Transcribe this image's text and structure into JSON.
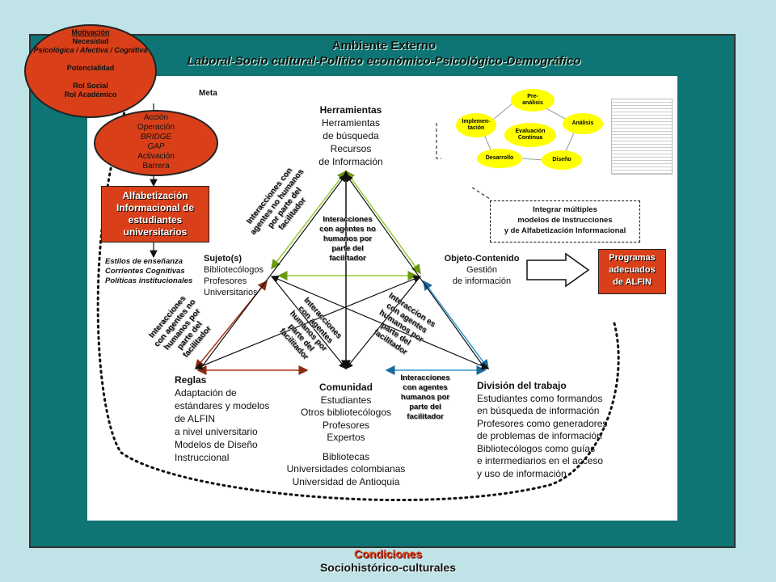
{
  "header": {
    "title": "Ambiente Externo",
    "subtitle": "Laboral-Socio cultural-Político económico-Psicológico-Demográfico"
  },
  "motivation": {
    "lines": [
      "Motivación",
      "Necesidad",
      "Psicológica / Afectiva / Cognitiva",
      "",
      "Potencialidad",
      "",
      "Rol Social",
      "Rol Académico"
    ]
  },
  "action": {
    "lines": [
      "Acción",
      "Operación",
      "BRIDGE",
      "GAP",
      "Activación",
      "Barrera"
    ]
  },
  "alfin": {
    "lines": [
      "Alfabetización",
      "Informacional de",
      "estudiantes",
      "universitarios"
    ]
  },
  "meta": "Meta",
  "styles": {
    "lines": [
      "Estilos de enseñanza",
      "Corrientes Cognitivas",
      "Políticas institucionales"
    ]
  },
  "tools": {
    "title": "Herramientas",
    "lines": [
      "Herramientas",
      "de búsqueda",
      "Recursos",
      "de Información"
    ]
  },
  "subject": {
    "title": "Sujeto(s)",
    "lines": [
      "Bibliotecólogos",
      "Profesores",
      "Universitarios"
    ]
  },
  "object": {
    "title": "Objeto-Contenido",
    "lines": [
      "Gestión",
      "de información"
    ]
  },
  "programs": {
    "lines": [
      "Programas",
      "adecuados",
      "de ALFIN"
    ]
  },
  "rules": {
    "title": "Reglas",
    "lines": [
      "Adaptación de",
      "estándares y modelos",
      "de ALFIN",
      "a nivel universitario",
      "Modelos de Diseño",
      "Instruccional"
    ]
  },
  "community": {
    "title": "Comunidad",
    "lines": [
      "Estudiantes",
      "Otros bibliotecólogos",
      "Profesores",
      "Expertos",
      "",
      "Bibliotecas",
      "Universidades colombianas",
      "Universidad de Antioquia"
    ]
  },
  "division": {
    "title": "División del trabajo",
    "lines": [
      "Estudiantes como formandos",
      "en búsqueda de información",
      "Profesores como generadores",
      "de problemas de información",
      "Bibliotecólogos como guías",
      "e intermediarios en el acceso",
      "y uso de información"
    ]
  },
  "integrate": {
    "lines": [
      "Integrar múltiples",
      "modelos de Instrucciones",
      "y de Alfabetización Informacional"
    ]
  },
  "cycle": {
    "nodes": [
      "Pre-\nanálisis",
      "Análisis",
      "Diseño",
      "Desarrollo",
      "Implemen-\ntación",
      "Evaluación\nContinua"
    ]
  },
  "interactions": {
    "nonhuman_center": [
      "Interacciones",
      "con agentes no",
      "humanos por",
      "parte del",
      "facilitador"
    ],
    "nonhuman_left_top": [
      "Interacciones con",
      "agentes no humanos",
      "por parte del",
      "facilitador"
    ],
    "nonhuman_left_bottom": [
      "Interacciones",
      "con agentes no",
      "humanos por",
      "parte del",
      "facilitador"
    ],
    "human_center": [
      "Interacciones",
      "con agentes",
      "humanos por",
      "parte del",
      "facilitador"
    ],
    "human_right": [
      "Interaccion es",
      "con agentes",
      "humanos por",
      "parte del",
      "facilitador"
    ],
    "human_bottom": [
      "Interacciones",
      "con agentes",
      "humanos por",
      "parte del",
      "facilitador"
    ]
  },
  "footer": {
    "line1": "Condiciones",
    "line2": "Sociohistórico-culturales"
  },
  "colors": {
    "outer_bg": "#bfe3e6",
    "teal": "#0e7474",
    "red": "#d9401a",
    "yellow": "#ffff00",
    "green_line": "#99cc33",
    "blue_line": "#3399cc",
    "brown_line": "#aa3311"
  }
}
